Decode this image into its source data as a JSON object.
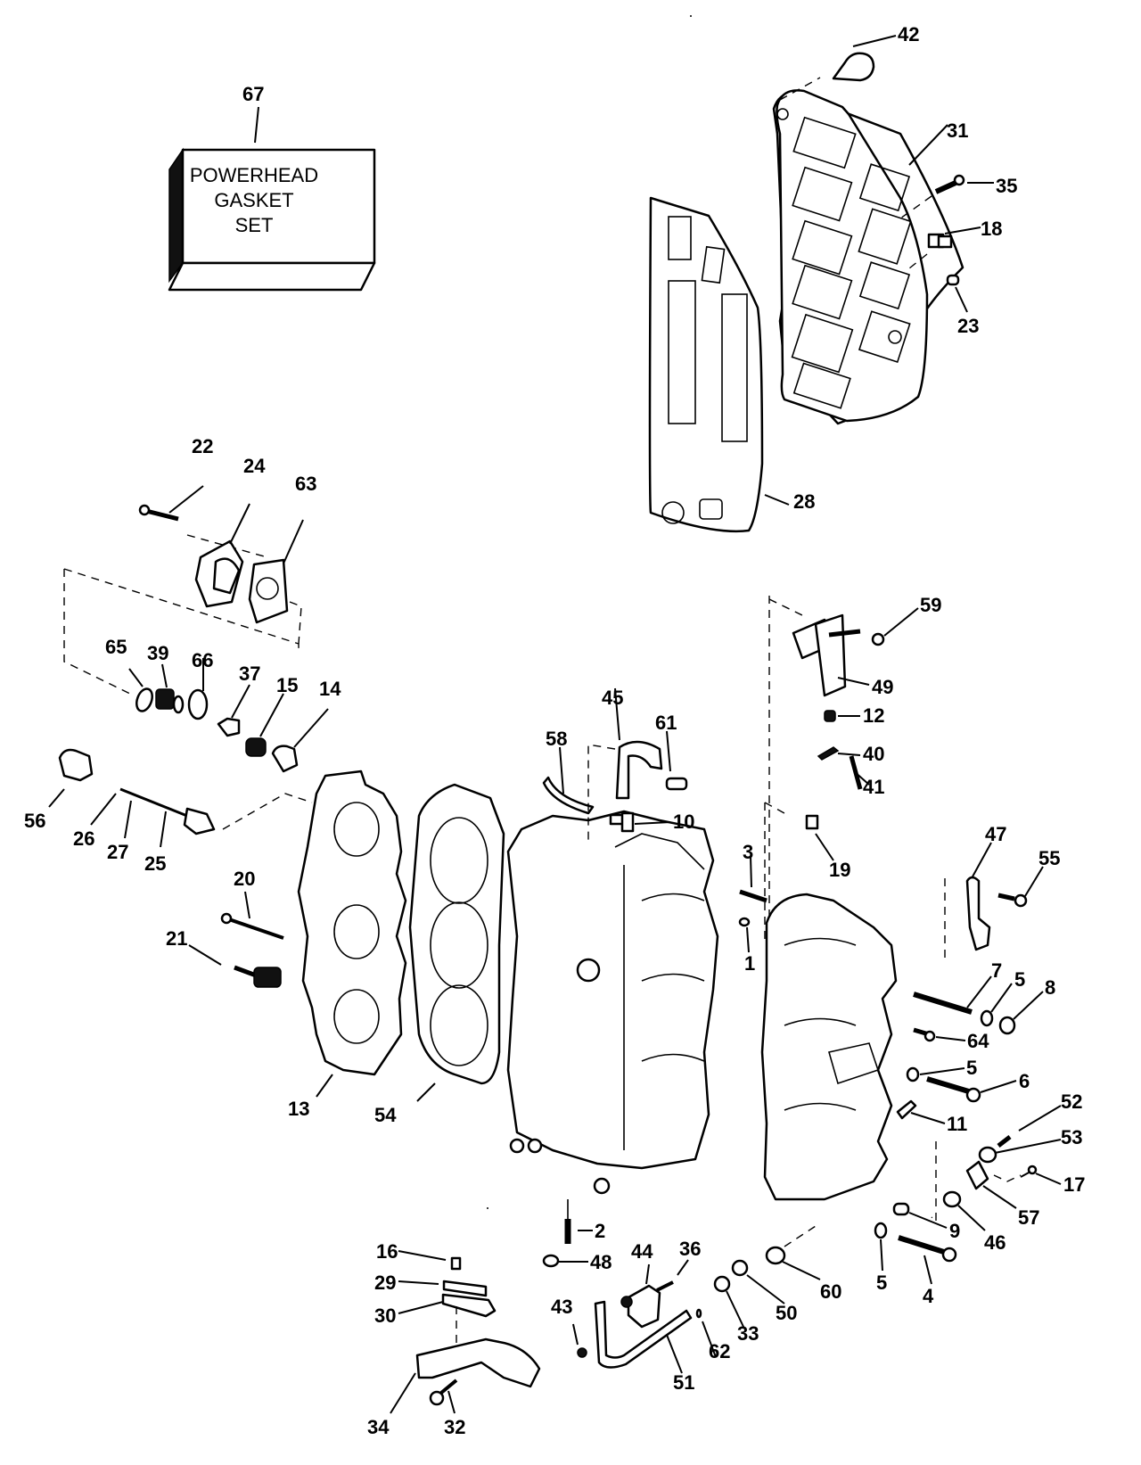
{
  "title": "Powerhead exploded parts diagram",
  "kit": {
    "callout": "67",
    "label_lines": [
      "POWERHEAD",
      "GASKET",
      "SET"
    ]
  },
  "callouts": [
    {
      "id": "42"
    },
    {
      "id": "31"
    },
    {
      "id": "35"
    },
    {
      "id": "18"
    },
    {
      "id": "23"
    },
    {
      "id": "28"
    },
    {
      "id": "22"
    },
    {
      "id": "24"
    },
    {
      "id": "63"
    },
    {
      "id": "65"
    },
    {
      "id": "39"
    },
    {
      "id": "66"
    },
    {
      "id": "37"
    },
    {
      "id": "15"
    },
    {
      "id": "14"
    },
    {
      "id": "56"
    },
    {
      "id": "26"
    },
    {
      "id": "27"
    },
    {
      "id": "25"
    },
    {
      "id": "20"
    },
    {
      "id": "21"
    },
    {
      "id": "13"
    },
    {
      "id": "54"
    },
    {
      "id": "58"
    },
    {
      "id": "45"
    },
    {
      "id": "61"
    },
    {
      "id": "10"
    },
    {
      "id": "59"
    },
    {
      "id": "49"
    },
    {
      "id": "12"
    },
    {
      "id": "40"
    },
    {
      "id": "41"
    },
    {
      "id": "19"
    },
    {
      "id": "3"
    },
    {
      "id": "1"
    },
    {
      "id": "47"
    },
    {
      "id": "55"
    },
    {
      "id": "7"
    },
    {
      "id": "5a",
      "text": "5"
    },
    {
      "id": "8"
    },
    {
      "id": "64"
    },
    {
      "id": "5b",
      "text": "5"
    },
    {
      "id": "6"
    },
    {
      "id": "11"
    },
    {
      "id": "52"
    },
    {
      "id": "53"
    },
    {
      "id": "17"
    },
    {
      "id": "57"
    },
    {
      "id": "46"
    },
    {
      "id": "9"
    },
    {
      "id": "5c",
      "text": "5"
    },
    {
      "id": "4"
    },
    {
      "id": "2"
    },
    {
      "id": "48"
    },
    {
      "id": "16"
    },
    {
      "id": "29"
    },
    {
      "id": "30"
    },
    {
      "id": "34"
    },
    {
      "id": "32"
    },
    {
      "id": "44"
    },
    {
      "id": "36"
    },
    {
      "id": "43"
    },
    {
      "id": "51"
    },
    {
      "id": "62"
    },
    {
      "id": "33"
    },
    {
      "id": "50"
    },
    {
      "id": "60"
    }
  ],
  "labels": {
    "c42": "42",
    "c31": "31",
    "c35": "35",
    "c18": "18",
    "c23": "23",
    "c28": "28",
    "c22": "22",
    "c24": "24",
    "c63": "63",
    "c65": "65",
    "c39": "39",
    "c66": "66",
    "c37": "37",
    "c15": "15",
    "c14": "14",
    "c56": "56",
    "c26": "26",
    "c27": "27",
    "c25": "25",
    "c20": "20",
    "c21": "21",
    "c13": "13",
    "c54": "54",
    "c58": "58",
    "c45": "45",
    "c61": "61",
    "c10": "10",
    "c59": "59",
    "c49": "49",
    "c12": "12",
    "c40": "40",
    "c41": "41",
    "c19": "19",
    "c3": "3",
    "c1": "1",
    "c47": "47",
    "c55": "55",
    "c7": "7",
    "c5a": "5",
    "c8": "8",
    "c64": "64",
    "c5b": "5",
    "c6": "6",
    "c11": "11",
    "c52": "52",
    "c53": "53",
    "c17": "17",
    "c57": "57",
    "c46": "46",
    "c9": "9",
    "c5c": "5",
    "c4": "4",
    "c2": "2",
    "c48": "48",
    "c16": "16",
    "c29": "29",
    "c30": "30",
    "c34": "34",
    "c32": "32",
    "c44": "44",
    "c36": "36",
    "c43": "43",
    "c51": "51",
    "c62": "62",
    "c33": "33",
    "c50": "50",
    "c60": "60",
    "c67": "67"
  }
}
